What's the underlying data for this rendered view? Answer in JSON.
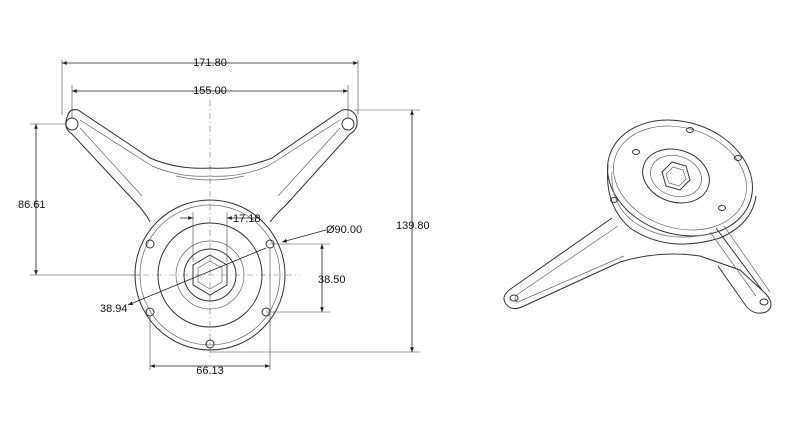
{
  "dimensions": {
    "overall_width": "171.80",
    "hole_span": "155.00",
    "arm_height": "86.61",
    "total_height": "139.80",
    "hex_offset": "17.18",
    "disc_diameter": "Ø90.00",
    "vertical_offset": "38.50",
    "hole_radius": "38.94",
    "hole_spacing": "66.13"
  },
  "colors": {
    "line": "#333333",
    "light_line": "#777777",
    "background": "#ffffff"
  }
}
